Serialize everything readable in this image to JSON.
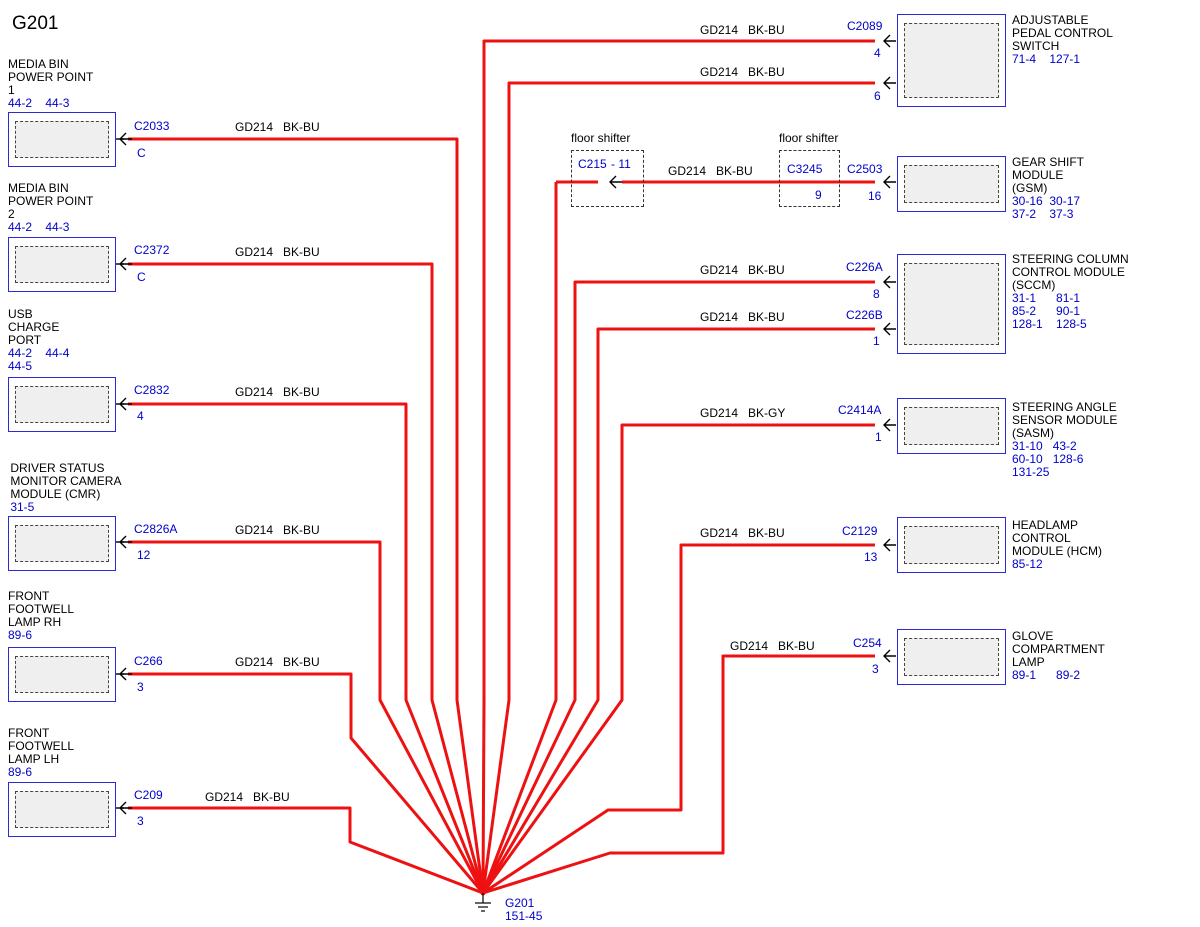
{
  "title": "G201",
  "wire": {
    "circuit": "GD214",
    "color_bkbu": "BK-BU",
    "color_bkgy": "BK-GY",
    "stroke": "#ee1111"
  },
  "colors": {
    "label_blue": "#0000cc",
    "box_blue": "#2a2ad8",
    "wire_red": "#ee1111"
  },
  "ground": {
    "name": "G201",
    "ref": "151-45",
    "icon": "ground-symbol-icon"
  },
  "floor_shifter": {
    "label": "floor shifter",
    "left_connector": "C215",
    "left_pin": "- 11",
    "right_connector": "C3245",
    "right_pin": "9"
  },
  "left_modules": [
    {
      "id": "media-bin-1",
      "name": [
        "MEDIA BIN",
        "POWER POINT",
        "1"
      ],
      "refs": [
        "44-2    44-3"
      ],
      "connector": "C2033",
      "pin": "C",
      "color": "BK-BU"
    },
    {
      "id": "media-bin-2",
      "name": [
        "MEDIA BIN",
        "POWER POINT",
        "2"
      ],
      "refs": [
        "44-2    44-3"
      ],
      "connector": "C2372",
      "pin": "C",
      "color": "BK-BU"
    },
    {
      "id": "usb-charge",
      "name": [
        "USB",
        "CHARGE",
        "PORT"
      ],
      "refs": [
        "44-2    44-4",
        "44-5"
      ],
      "connector": "C2832",
      "pin": "4",
      "color": "BK-BU"
    },
    {
      "id": "driver-status-camera",
      "name": [
        " DRIVER STATUS",
        " MONITOR CAMERA",
        " MODULE (CMR)"
      ],
      "refs": [
        " 31-5"
      ],
      "connector": "C2826A",
      "pin": "12",
      "color": "BK-BU"
    },
    {
      "id": "front-footwell-rh",
      "name": [
        "FRONT",
        "FOOTWELL",
        "LAMP RH"
      ],
      "refs": [
        "89-6"
      ],
      "connector": "C266",
      "pin": "3",
      "color": "BK-BU"
    },
    {
      "id": "front-footwell-lh",
      "name": [
        "FRONT",
        "FOOTWELL",
        "LAMP LH"
      ],
      "refs": [
        "89-6"
      ],
      "connector": "C209",
      "pin": "3",
      "color": "BK-BU"
    }
  ],
  "right_modules": [
    {
      "id": "adjustable-pedal",
      "name": [
        "ADJUSTABLE",
        "PEDAL CONTROL",
        "SWITCH"
      ],
      "refs": [
        "71-4    127-1"
      ],
      "wires": [
        {
          "connector": "C2089",
          "pin": "4",
          "color": "BK-BU"
        },
        {
          "connector": "",
          "pin": "6",
          "color": "BK-BU"
        }
      ]
    },
    {
      "id": "gear-shift-module",
      "name": [
        "GEAR SHIFT",
        "MODULE",
        "(GSM)"
      ],
      "refs": [
        "30-16  30-17",
        "37-2    37-3"
      ],
      "wires": [
        {
          "connector": "C2503",
          "pin": "16",
          "color": "BK-BU"
        }
      ]
    },
    {
      "id": "steering-column-module",
      "name": [
        "STEERING COLUMN",
        "CONTROL MODULE",
        "(SCCM)"
      ],
      "refs": [
        "31-1      81-1",
        "85-2      90-1",
        "128-1    128-5"
      ],
      "wires": [
        {
          "connector": "C226A",
          "pin": "8",
          "color": "BK-BU"
        },
        {
          "connector": "C226B",
          "pin": "1",
          "color": "BK-BU"
        }
      ]
    },
    {
      "id": "steering-angle-sensor",
      "name": [
        "STEERING ANGLE",
        "SENSOR MODULE",
        "(SASM)"
      ],
      "refs": [
        "31-10   43-2",
        "60-10   128-6",
        "131-25"
      ],
      "wires": [
        {
          "connector": "C2414A",
          "pin": "1",
          "color": "BK-GY"
        }
      ]
    },
    {
      "id": "headlamp-control-module",
      "name": [
        "HEADLAMP",
        "CONTROL",
        "MODULE (HCM)"
      ],
      "refs": [
        "85-12"
      ],
      "wires": [
        {
          "connector": "C2129",
          "pin": "13",
          "color": "BK-BU"
        }
      ]
    },
    {
      "id": "glove-compartment-lamp",
      "name": [
        "GLOVE",
        "COMPARTMENT",
        "LAMP"
      ],
      "refs": [
        "89-1      89-2"
      ],
      "wires": [
        {
          "connector": "C254",
          "pin": "3",
          "color": "BK-BU"
        }
      ]
    }
  ]
}
